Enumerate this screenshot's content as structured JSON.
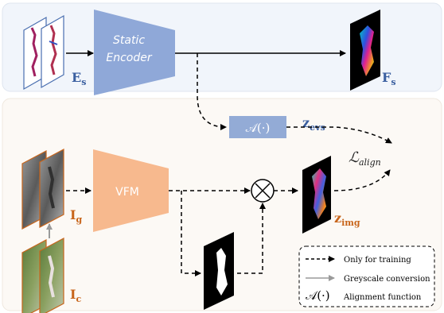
{
  "top_panel": {
    "encoder_label_line1": "Static",
    "encoder_label_line2": "Encoder",
    "events_label_main": "E",
    "events_label_sub": "s",
    "features_label_main": "F",
    "features_label_sub": "s"
  },
  "align_function": {
    "label": "𝒜(·)",
    "output_main": "z",
    "output_sub": "evs"
  },
  "loss_label": "ℒ",
  "loss_sub": "align",
  "bottom_panel": {
    "vfm_label": "VFM",
    "grey_label_main": "I",
    "grey_label_sub": "g",
    "color_label_main": "I",
    "color_label_sub": "c",
    "img_feat_main": "z",
    "img_feat_sub": "img",
    "multiply_symbol": "⊗"
  },
  "legend": {
    "items": [
      {
        "kind": "dashed-arrow",
        "text": "Only for training"
      },
      {
        "kind": "grey-arrow",
        "text": "Greyscale conversion"
      },
      {
        "kind": "symbol",
        "symbol": "𝒜(·)",
        "text": "Alignment function"
      }
    ]
  },
  "colors": {
    "top_bg": "#f1f5fb",
    "bottom_bg": "#fcf9f5",
    "encoder": "#8fa8d8",
    "vfm": "#f7b98e",
    "align_box": "#93abd6",
    "blue_text": "#3a5fa0",
    "orange_text": "#c8651b"
  }
}
